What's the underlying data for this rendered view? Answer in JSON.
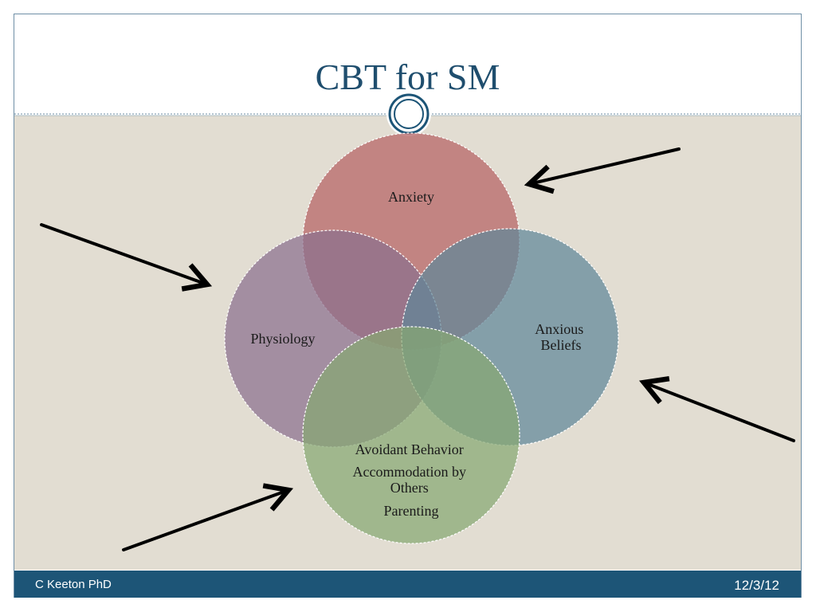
{
  "slide": {
    "title": "CBT for SM",
    "footer_left": "C Keeton PhD",
    "footer_right": "12/3/12"
  },
  "diagram": {
    "circles": [
      {
        "id": "anxiety",
        "lines": [
          "Anxiety"
        ],
        "color": "#b86a6c"
      },
      {
        "id": "physiology",
        "lines": [
          "Physiology"
        ],
        "color": "#8a6f8e"
      },
      {
        "id": "anxious-beliefs",
        "lines": [
          "Anxious",
          "Beliefs"
        ],
        "color": "#5f8799"
      },
      {
        "id": "behavior",
        "lines": [
          "Avoidant Behavior",
          "Accommodation by",
          "Others",
          "Parenting"
        ],
        "color": "#86a872"
      }
    ],
    "arrow_color": "#000000",
    "accent_color": "#1d5577",
    "background_color": "#e2ddd2"
  }
}
